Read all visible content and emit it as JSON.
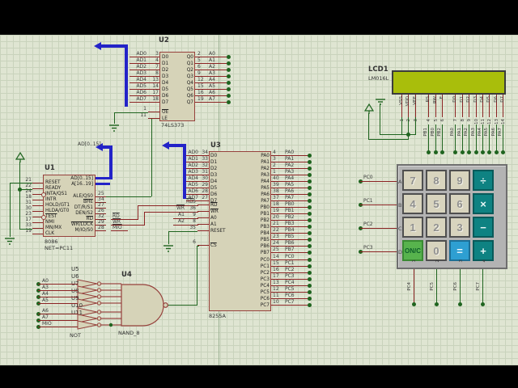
{
  "theme": {
    "sheet_bg": "#dfe5d2",
    "grid_line": "#c9d3bc",
    "chip_fill": "#d6d3b8",
    "chip_border": "#96413c",
    "wire_red": "#8b2323",
    "wire_green": "#1f641f",
    "bus_blue": "#2323c8",
    "lcd_green": "#a9be0b",
    "key_face": "#d8d4be",
    "key_teal": "#0e8282",
    "key_blue": "#2e9fd2",
    "key_green": "#57b34d"
  },
  "u2": {
    "ref": "U2",
    "value": "74LS373",
    "left_rows": [
      {
        "net": "AD0",
        "num": "3",
        "name": "D0"
      },
      {
        "net": "AD1",
        "num": "4",
        "name": "D1"
      },
      {
        "net": "AD2",
        "num": "7",
        "name": "D2"
      },
      {
        "net": "AD3",
        "num": "8",
        "name": "D3"
      },
      {
        "net": "AD4",
        "num": "13",
        "name": "D4"
      },
      {
        "net": "AD5",
        "num": "14",
        "name": "D5"
      },
      {
        "net": "AD6",
        "num": "17",
        "name": "D6"
      },
      {
        "net": "AD7",
        "num": "18",
        "name": "D7"
      }
    ],
    "right_rows": [
      {
        "name": "Q0",
        "num": "2",
        "net": "A0"
      },
      {
        "name": "Q1",
        "num": "5",
        "net": "A1"
      },
      {
        "name": "Q2",
        "num": "6",
        "net": "A2"
      },
      {
        "name": "Q3",
        "num": "9",
        "net": "A3"
      },
      {
        "name": "Q4",
        "num": "12",
        "net": "A4"
      },
      {
        "name": "Q5",
        "num": "15",
        "net": "A5"
      },
      {
        "name": "Q6",
        "num": "16",
        "net": "A6"
      },
      {
        "name": "Q7",
        "num": "19",
        "net": "A7"
      }
    ],
    "ctrl_rows": [
      {
        "num": "1",
        "name": "OE",
        "kind": "ov"
      },
      {
        "num": "11",
        "name": "LE"
      }
    ]
  },
  "u1": {
    "ref": "U1",
    "value": "8086",
    "value2": "NET=PC11",
    "left_rows": [
      {
        "num": "21",
        "name": "RESET"
      },
      {
        "num": "22",
        "name": "READY"
      },
      {
        "num": "24",
        "name": "INTA/QS1",
        "kind": "inv"
      },
      {
        "num": "18",
        "name": "INTR"
      },
      {
        "num": "31",
        "name": "HOLD/GT1"
      },
      {
        "num": "30",
        "name": "HLDA/GT0"
      },
      {
        "num": "23",
        "name": "TEST",
        "kind": "inv ov"
      },
      {
        "num": "17",
        "name": "NMI"
      },
      {
        "num": "33",
        "name": "MN/MX"
      },
      {
        "num": "19",
        "name": "CLK"
      }
    ],
    "bus_rows": [
      {
        "name": "AD[0..15]"
      },
      {
        "name": "A[16..19]"
      }
    ],
    "right_rows": [
      {
        "num": "25",
        "name": "ALE/QS0"
      },
      {
        "num": "34",
        "name": "BHE",
        "kind": "ov"
      },
      {
        "num": "27",
        "name": "DT/R/S1"
      },
      {
        "num": "26",
        "name": "DEN/S2"
      },
      {
        "num": "32",
        "name": "RD",
        "kind": "ov"
      },
      {
        "num": "29",
        "name": "WR/LOCK",
        "kind": "ov"
      },
      {
        "num": "28",
        "name": "M/IO/S0"
      }
    ],
    "net_labels": {
      "rd": "RD",
      "wr": "WR",
      "mio": "MIO"
    }
  },
  "u3": {
    "ref": "U3",
    "value": "8255A",
    "data_rows": [
      {
        "net": "AD0",
        "num": "34",
        "name": "D0"
      },
      {
        "net": "AD1",
        "num": "33",
        "name": "D1"
      },
      {
        "net": "AD2",
        "num": "32",
        "name": "D2"
      },
      {
        "net": "AD3",
        "num": "31",
        "name": "D3"
      },
      {
        "net": "AD4",
        "num": "30",
        "name": "D4"
      },
      {
        "net": "AD5",
        "num": "29",
        "name": "D5"
      },
      {
        "net": "AD6",
        "num": "28",
        "name": "D6"
      },
      {
        "net": "AD7",
        "num": "27",
        "name": "D7"
      }
    ],
    "ctrl_rows": [
      {
        "num": "5",
        "name": "RD",
        "kind": "ov"
      },
      {
        "num": "36",
        "name": "WR",
        "kind": "ov"
      },
      {
        "num": "9",
        "name": "A0"
      },
      {
        "num": "8",
        "name": "A1"
      },
      {
        "num": "35",
        "name": "RESET"
      },
      {
        "num": "6",
        "name": "CS",
        "kind": "ov gap"
      }
    ],
    "wire_labels": {
      "rd": "RD",
      "wr": "WR",
      "a1": "A1",
      "a2": "A2"
    },
    "pa_rows": [
      {
        "name": "PA0",
        "num": "4",
        "net": "PA0"
      },
      {
        "name": "PA1",
        "num": "3",
        "net": "PA1"
      },
      {
        "name": "PA2",
        "num": "2",
        "net": "PA2"
      },
      {
        "name": "PA3",
        "num": "1",
        "net": "PA3"
      },
      {
        "name": "PA4",
        "num": "40",
        "net": "PA4"
      },
      {
        "name": "PA5",
        "num": "39",
        "net": "PA5"
      },
      {
        "name": "PA6",
        "num": "38",
        "net": "PA6"
      },
      {
        "name": "PA7",
        "num": "37",
        "net": "PA7"
      }
    ],
    "pb_rows": [
      {
        "name": "PB0",
        "num": "18",
        "net": "PB0"
      },
      {
        "name": "PB1",
        "num": "19",
        "net": "PB1"
      },
      {
        "name": "PB2",
        "num": "20",
        "net": "PB2"
      },
      {
        "name": "PB3",
        "num": "21",
        "net": "PB3"
      },
      {
        "name": "PB4",
        "num": "22",
        "net": "PB4"
      },
      {
        "name": "PB5",
        "num": "23",
        "net": "PB5"
      },
      {
        "name": "PB6",
        "num": "24",
        "net": "PB6"
      },
      {
        "name": "PB7",
        "num": "25",
        "net": "PB7"
      }
    ],
    "pc_rows": [
      {
        "name": "PC0",
        "num": "14",
        "net": "PC0"
      },
      {
        "name": "PC1",
        "num": "15",
        "net": "PC1"
      },
      {
        "name": "PC2",
        "num": "16",
        "net": "PC2"
      },
      {
        "name": "PC3",
        "num": "17",
        "net": "PC3"
      },
      {
        "name": "PC4",
        "num": "13",
        "net": "PC4"
      },
      {
        "name": "PC5",
        "num": "12",
        "net": "PC5"
      },
      {
        "name": "PC6",
        "num": "11",
        "net": "PC6"
      },
      {
        "name": "PC7",
        "num": "10",
        "net": "PC7"
      }
    ]
  },
  "u4": {
    "ref": "U4",
    "value": "NAND_8"
  },
  "u5": {
    "refs": [
      {
        "r": "U5"
      },
      {
        "r": "U6"
      },
      {
        "r": "U7"
      },
      {
        "r": "U8"
      },
      {
        "r": "U9"
      },
      {
        "r": "U10"
      },
      {
        "r": "U11"
      }
    ],
    "value": "NOT"
  },
  "decoder_terms": [
    {
      "label": "A0"
    },
    {
      "label": "A3"
    },
    {
      "label": "A4"
    },
    {
      "label": "A5"
    },
    {
      "label": "A6",
      "kind": "gap"
    },
    {
      "label": "A7"
    },
    {
      "label": "MIO"
    }
  ],
  "bus_labels": {
    "ad": "AD[0..15]"
  },
  "lcd": {
    "ref": "LCD1",
    "value": "LM016L",
    "pins": [
      {
        "name": "VSS",
        "num": "1",
        "kind": "pwr"
      },
      {
        "name": "VDD",
        "num": "2",
        "kind": "pwr"
      },
      {
        "name": "VEE",
        "num": "3",
        "kind": "pwr"
      },
      {
        "name": "RS",
        "num": "4",
        "net": "PB1",
        "kind": "sig"
      },
      {
        "name": "RW",
        "num": "5",
        "net": "PB0",
        "kind": "sig"
      },
      {
        "name": "E",
        "num": "6",
        "net": "PB2",
        "kind": "sig"
      },
      {
        "name": "D0",
        "num": "7",
        "net": "PA0",
        "kind": "sig"
      },
      {
        "name": "D1",
        "num": "8",
        "net": "PA1",
        "kind": "sig"
      },
      {
        "name": "D2",
        "num": "9",
        "net": "PA2",
        "kind": "sig"
      },
      {
        "name": "D3",
        "num": "10",
        "net": "PA3",
        "kind": "sig"
      },
      {
        "name": "D4",
        "num": "11",
        "net": "PA4",
        "kind": "sig"
      },
      {
        "name": "D5",
        "num": "12",
        "net": "PA5",
        "kind": "sig"
      },
      {
        "name": "D6",
        "num": "13",
        "net": "PA6",
        "kind": "sig"
      },
      {
        "name": "D7",
        "num": "14",
        "net": "PA7",
        "kind": "sig"
      }
    ]
  },
  "keypad": {
    "row_labels": [
      {
        "l": "A"
      },
      {
        "l": "B"
      },
      {
        "l": "C"
      },
      {
        "l": "D"
      }
    ],
    "col_labels": [
      {
        "l": "1"
      },
      {
        "l": "2"
      },
      {
        "l": "3"
      },
      {
        "l": "4"
      }
    ],
    "keys": [
      {
        "label": "7",
        "kind": "num"
      },
      {
        "label": "8",
        "kind": "num"
      },
      {
        "label": "9",
        "kind": "num"
      },
      {
        "label": "÷",
        "kind": "op"
      },
      {
        "label": "4",
        "kind": "num"
      },
      {
        "label": "5",
        "kind": "num"
      },
      {
        "label": "6",
        "kind": "num"
      },
      {
        "label": "×",
        "kind": "op"
      },
      {
        "label": "1",
        "kind": "num"
      },
      {
        "label": "2",
        "kind": "num"
      },
      {
        "label": "3",
        "kind": "num"
      },
      {
        "label": "−",
        "kind": "op"
      },
      {
        "label": "ON/C",
        "kind": "onc"
      },
      {
        "label": "0",
        "kind": "num"
      },
      {
        "label": "=",
        "kind": "eq"
      },
      {
        "label": "+",
        "kind": "op"
      }
    ],
    "left_nets": [
      {
        "label": "PC0"
      },
      {
        "label": "PC1"
      },
      {
        "label": "PC2"
      },
      {
        "label": "PC3"
      }
    ],
    "bottom_nets": [
      {
        "label": "PC4",
        "kind": "red"
      },
      {
        "label": "PC5"
      },
      {
        "label": "PC6"
      },
      {
        "label": "PC7"
      }
    ]
  }
}
